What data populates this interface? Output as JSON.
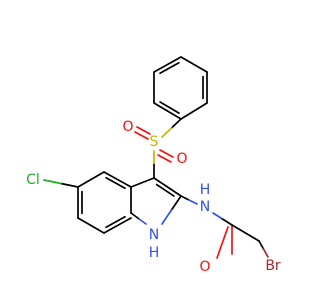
{
  "molecule": {
    "colors": {
      "bond": "#000000",
      "Cl": "#1fb11f",
      "O": "#ff0d0d",
      "S": "#c8b400",
      "N": "#3050f8",
      "Br": "#a62929"
    },
    "atoms": {
      "cl": "Cl",
      "o_sulfonyl_left": "O",
      "o_sulfonyl_right": "O",
      "s": "S",
      "n_amide": "N",
      "h_amide": "H",
      "n_indole": "N",
      "h_indole": "H",
      "o_carbonyl": "O",
      "br": "Br"
    }
  }
}
